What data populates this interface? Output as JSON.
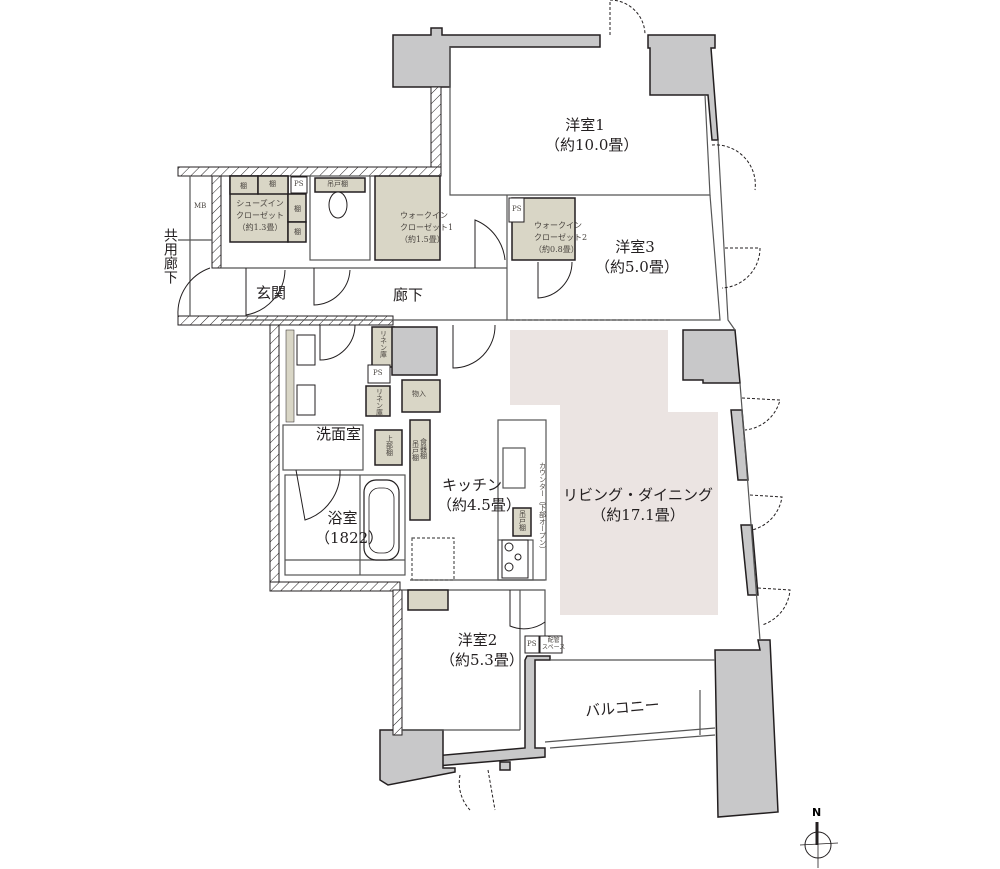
{
  "title": "間取り図",
  "colors": {
    "wall_fill": "#c8c8c9",
    "wall_stroke": "#231f20",
    "storage_fill": "#d9d6c6",
    "ldk_highlight": "#ebe4e2",
    "line": "#555555"
  },
  "rooms": {
    "western1": {
      "name": "洋室1",
      "area": "（約10.0畳）"
    },
    "western2": {
      "name": "洋室2",
      "area": "（約5.3畳）"
    },
    "western3": {
      "name": "洋室3",
      "area": "（約5.0畳）"
    },
    "ldk": {
      "name": "リビング・ダイニング",
      "area": "（約17.1畳）"
    },
    "kitchen": {
      "name": "キッチン",
      "area": "（約4.5畳）"
    },
    "bath": {
      "name": "浴室",
      "area": "（1822）"
    },
    "washroom": {
      "name": "洗面室"
    },
    "entrance": {
      "name": "玄関"
    },
    "hallway": {
      "name": "廊下"
    },
    "balcony": {
      "name": "バルコニー"
    },
    "common_corridor": {
      "name": "共用廊下"
    }
  },
  "storage": {
    "shoes_in_closet": {
      "line1": "シューズイン",
      "line2": "クローゼット",
      "area": "（約1.3畳）"
    },
    "walk_in_closet1": {
      "line1": "ウォークイン",
      "line2": "クローゼット1",
      "area": "（約1.5畳）"
    },
    "walk_in_closet2": {
      "line1": "ウォークイン",
      "line2": "クローゼット2",
      "area": "（約0.8畳）"
    },
    "shelf_label": "棚",
    "upper_cabinet": "吊戸棚",
    "linen1": "リネン庫",
    "linen2": "リネン庫",
    "storage_room": "物入",
    "upper_shelf": "上部棚",
    "dish_cabinet": "食器棚",
    "dish_upper": "吊戸棚",
    "kitchen_upper": "吊戸棚",
    "counter": "カウンター（下部オープン）"
  },
  "utilities": {
    "mb": "MB",
    "ps": "PS",
    "piping_space_line1": "配管",
    "piping_space_line2": "スペース"
  },
  "compass": {
    "label": "N"
  }
}
